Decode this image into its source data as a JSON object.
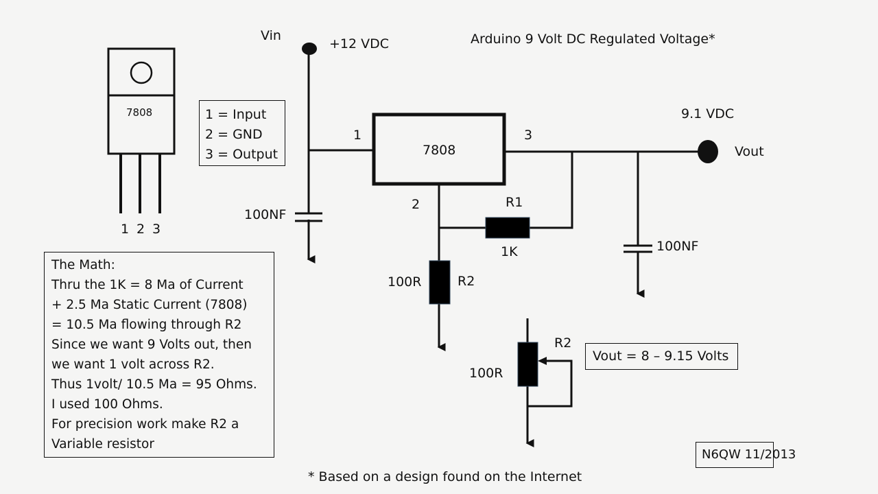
{
  "title": "Arduino 9 Volt DC Regulated Voltage*",
  "footnote": "* Based on a design found on the Internet",
  "signature": "N6QW 11/2013",
  "package": {
    "part": "7808",
    "pin_labels": [
      "1",
      "2",
      "3"
    ]
  },
  "pinout": {
    "lines": [
      "1 = Input",
      "2 = GND",
      "3 = Output"
    ]
  },
  "schematic": {
    "vin_label": "Vin",
    "vin_voltage": "+12 VDC",
    "regulator_label": "7808",
    "pin1": "1",
    "pin2": "2",
    "pin3": "3",
    "input_cap": "100NF",
    "output_cap": "100NF",
    "r1_name": "R1",
    "r1_value": "1K",
    "r2_name": "R2",
    "r2_value": "100R",
    "vout_voltage": "9.1 VDC",
    "vout_label": "Vout",
    "pot_name": "R2",
    "pot_value": "100R"
  },
  "vout_range": "Vout = 8 – 9.15 Volts",
  "math": {
    "lines": [
      "The Math:",
      "Thru the 1K = 8 Ma of Current",
      "+ 2.5 Ma Static Current (7808)",
      "= 10.5 Ma flowing through R2",
      "Since we want 9 Volts out, then",
      "we want 1 volt across R2.",
      "Thus 1volt/ 10.5 Ma = 95 Ohms.",
      "I used 100 Ohms.",
      "For precision work make R2 a",
      "Variable resistor"
    ]
  }
}
